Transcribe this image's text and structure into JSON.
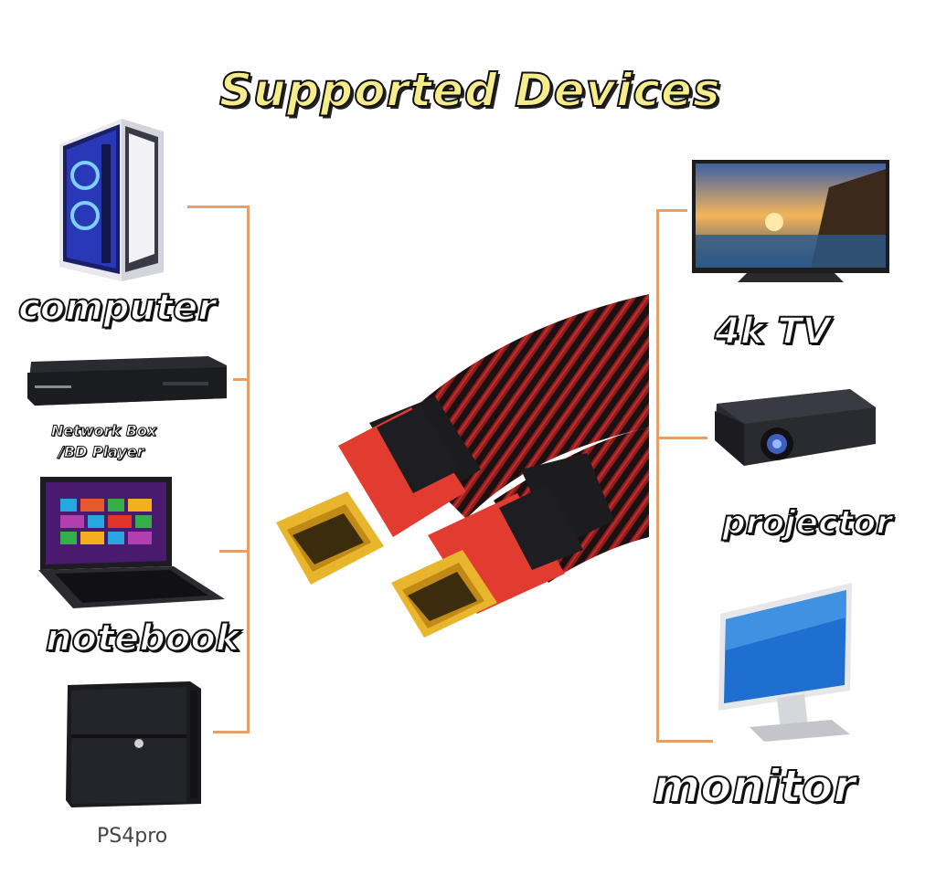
{
  "title": "Supported Devices",
  "left_devices": [
    {
      "label": "computer",
      "icon": "pc-tower-icon"
    },
    {
      "label": "Network Box",
      "label2": "/BD Player",
      "icon": "bluray-player-icon"
    },
    {
      "label": "notebook",
      "icon": "laptop-icon"
    },
    {
      "label": "PS4pro",
      "icon": "console-icon"
    }
  ],
  "right_devices": [
    {
      "label": "4k TV",
      "icon": "tv-icon"
    },
    {
      "label": "projector",
      "icon": "projector-icon"
    },
    {
      "label": "monitor",
      "icon": "monitor-icon"
    }
  ],
  "product": {
    "icon": "hdmi-cable-icon"
  },
  "colors": {
    "bracket": "#e3a06a",
    "title_fill": "#f6ec8c",
    "cable_red": "#e8392f",
    "connector_gold": "#e8b830"
  }
}
